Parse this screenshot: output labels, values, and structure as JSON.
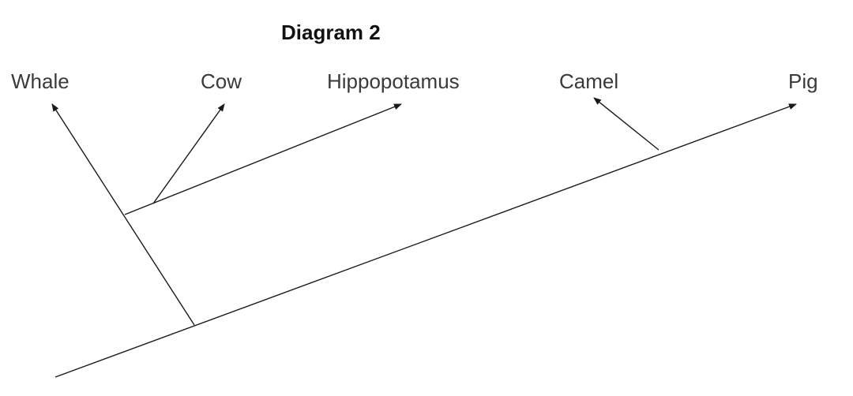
{
  "title": "Diagram 2",
  "taxa": {
    "whale": "Whale",
    "cow": "Cow",
    "hippopotamus": "Hippopotamus",
    "camel": "Camel",
    "pig": "Pig"
  },
  "colors": {
    "line": "#1a1a1a",
    "label": "#3a3a3a",
    "title": "#111111"
  }
}
